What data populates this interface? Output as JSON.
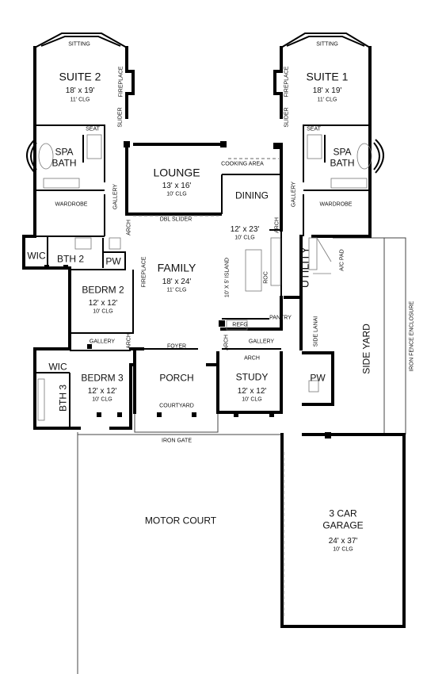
{
  "rooms": {
    "suite2": {
      "name": "SUITE 2",
      "dim": "18' x 19'",
      "clg": "11' CLG"
    },
    "suite1": {
      "name": "SUITE 1",
      "dim": "18' x 19'",
      "clg": "11' CLG"
    },
    "spa_bath_left": {
      "line1": "SPA",
      "line2": "BATH"
    },
    "spa_bath_right": {
      "line1": "SPA",
      "line2": "BATH"
    },
    "lounge": {
      "name": "LOUNGE",
      "dim": "13' x 16'",
      "clg": "10' CLG"
    },
    "dining": {
      "name": "DINING",
      "dim": "12' x 23'",
      "clg": "10' CLG"
    },
    "family": {
      "name": "FAMILY",
      "dim": "18' x 24'",
      "clg": "11' CLG"
    },
    "bedrm2": {
      "name": "BEDRM 2",
      "dim": "12' x 12'",
      "clg": "10' CLG"
    },
    "bedrm3": {
      "name": "BEDRM 3",
      "dim": "12' x 12'",
      "clg": "10' CLG"
    },
    "study": {
      "name": "STUDY",
      "dim": "12' x 12'",
      "clg": "10' CLG"
    },
    "garage": {
      "line1": "3 CAR",
      "line2": "GARAGE",
      "dim": "24' x 37'",
      "clg": "10' CLG"
    },
    "porch": {
      "name": "PORCH"
    },
    "utility": {
      "name": "UTILITY"
    },
    "wic_top": {
      "name": "WIC"
    },
    "bth2": {
      "name": "BTH 2"
    },
    "pw_left": {
      "name": "PW"
    },
    "wic_bottom": {
      "name": "WIC"
    },
    "bth3": {
      "name": "BTH 3"
    },
    "pw_right": {
      "name": "PW"
    },
    "side_yard": {
      "name": "SIDE YARD"
    },
    "motor_court": {
      "name": "MOTOR COURT"
    }
  },
  "small_labels": {
    "sitting_left": "SITTING",
    "sitting_right": "SITTING",
    "seat_left": "SEAT",
    "seat_right": "SEAT",
    "wardrobe_left": "WARDROBE",
    "wardrobe_right": "WARDROBE",
    "fireplace_suite2": "FIREPLACE",
    "fireplace_suite1": "FIREPLACE",
    "fireplace_family": "FIREPLACE",
    "slider_left": "SLIDER",
    "slider_right": "SLIDER",
    "cooking_area": "COOKING AREA",
    "gallery_left": "GALLERY",
    "gallery_right": "GALLERY",
    "gallery_mid_left": "GALLERY",
    "gallery_mid_right": "GALLERY",
    "dbl_slider": "DBL SLIDER",
    "arch_lounge": "ARCH",
    "arch_dining": "ARCH",
    "arch_gallery_left": "ARCH",
    "arch_gallery_right": "ARCH",
    "arch_study": "ARCH",
    "island": "10' X 5' ISLAND",
    "roc": "ROC",
    "refg": "REFG",
    "pantry": "PANTRY",
    "ac_pad": "A/C PAD",
    "side_lanai": "SIDE LANAI",
    "iron_fence": "IRON FENCE ENCLOSURE",
    "foyer": "FOYER",
    "courtyard": "COURTYARD",
    "iron_gate": "IRON GATE"
  }
}
